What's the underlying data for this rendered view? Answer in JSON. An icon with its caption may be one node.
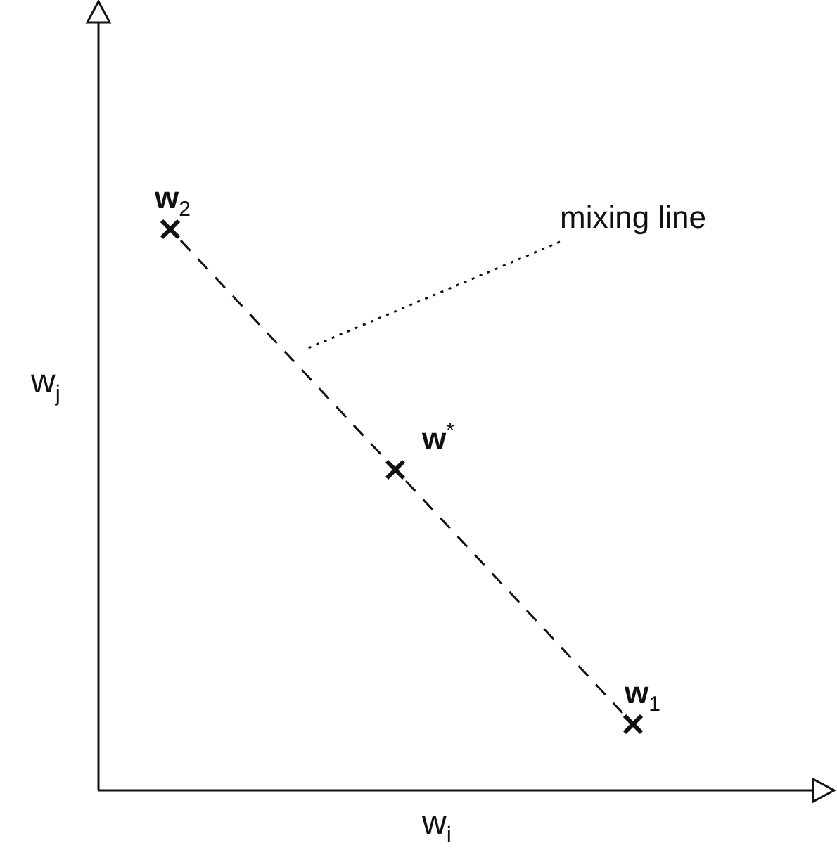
{
  "diagram": {
    "nodes": [
      {
        "text": [],
        "shape": "cross",
        "beside": [
          "**w**$_{2}$"
        ]
      },
      {
        "text": [],
        "shape": "cross",
        "beside": [
          "**w**$^{*}$"
        ]
      },
      {
        "text": [],
        "shape": "cross",
        "beside": [
          "**w**$_{1}$"
        ]
      },
      {
        "text": [
          "mixing line"
        ]
      }
    ],
    "edges": [
      {
        "from": 0,
        "to": 1,
        "arrow": "none",
        "style": "dashed"
      },
      {
        "from": 1,
        "to": 2,
        "arrow": "none",
        "style": "dashed"
      },
      {
        "from": 3,
        "to": null,
        "arrow": "none",
        "style": "dashed"
      }
    ],
    "labels": [
      "w$_{j}$",
      "w$_{i}$"
    ]
  }
}
